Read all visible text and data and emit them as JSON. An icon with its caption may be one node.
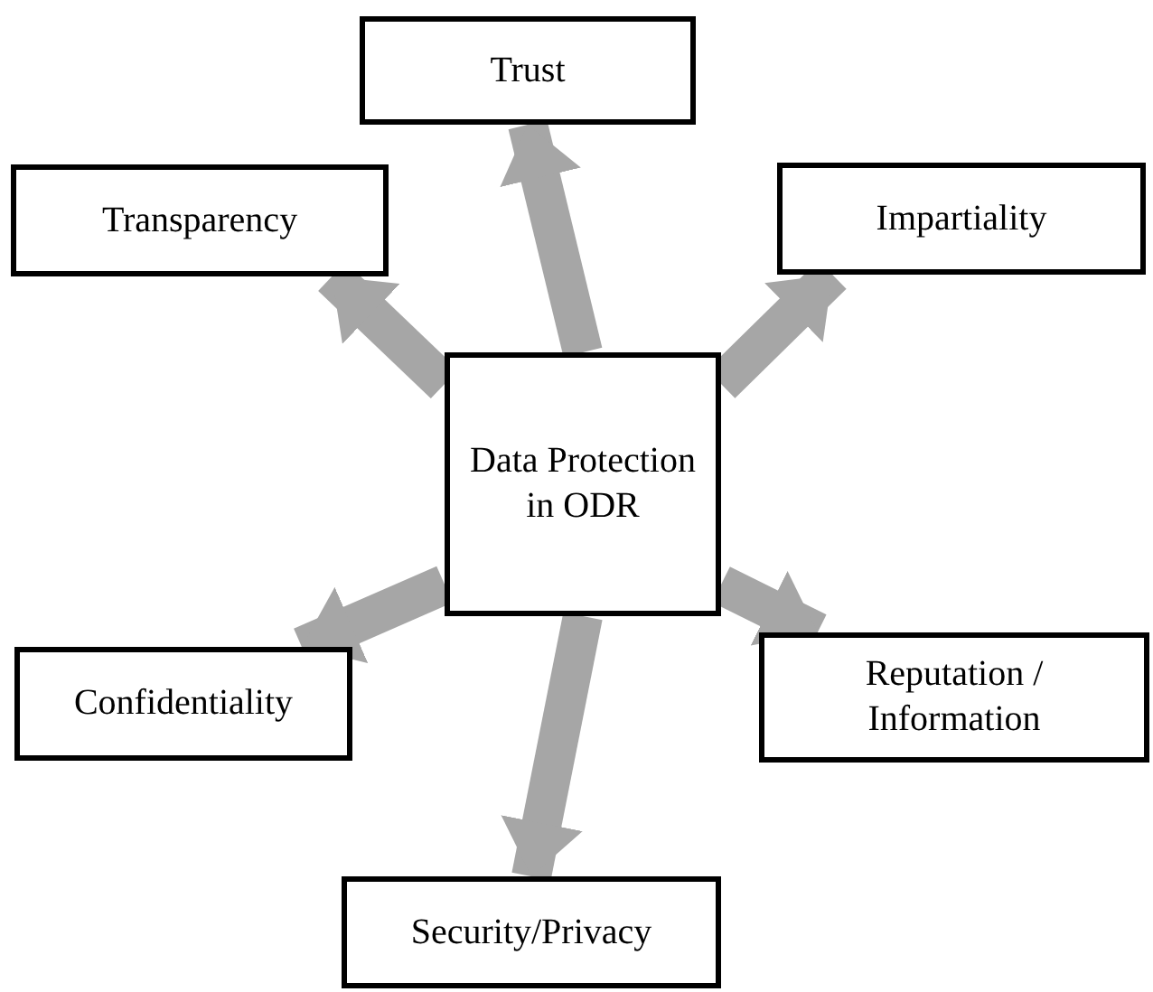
{
  "diagram": {
    "nodes": [
      {
        "text": [
          "Trust"
        ]
      },
      {
        "text": [
          "Transparency"
        ]
      },
      {
        "text": [
          "Impartiality"
        ]
      },
      {
        "text": [
          "Data Protection in ODR"
        ]
      },
      {
        "text": [
          "Confidentiality"
        ]
      },
      {
        "text": [
          "Reputation / Information"
        ]
      },
      {
        "text": [
          "Security/Privacy"
        ]
      }
    ],
    "edges": [
      {
        "from": 3,
        "to": 0,
        "arrow": "to"
      },
      {
        "from": 3,
        "to": 1,
        "arrow": "to"
      },
      {
        "from": 3,
        "to": 2,
        "arrow": "to"
      },
      {
        "from": 3,
        "to": 4,
        "arrow": "to"
      },
      {
        "from": 3,
        "to": 5,
        "arrow": "to"
      },
      {
        "from": 3,
        "to": 6,
        "arrow": "to"
      }
    ]
  }
}
